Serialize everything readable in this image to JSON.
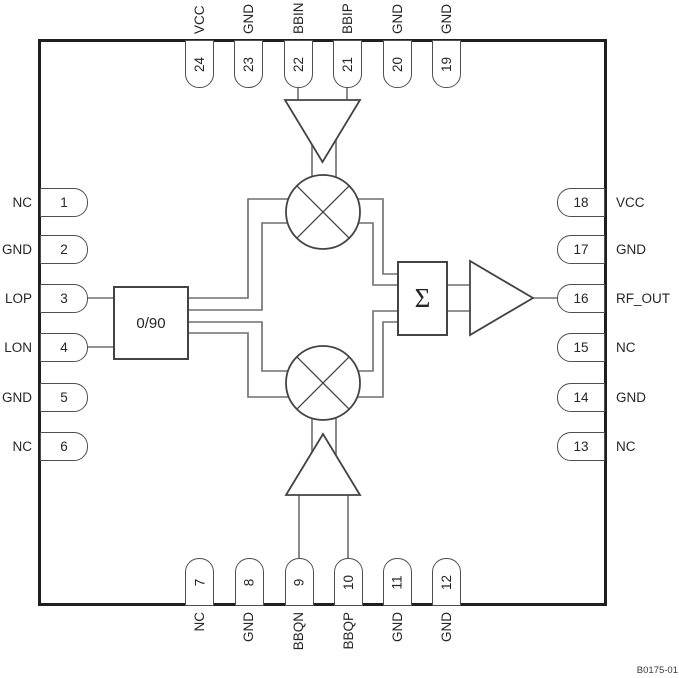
{
  "figure": {
    "code": "B0175-01"
  },
  "blocks": {
    "phase_splitter_label": "0/90",
    "summer_label": "Σ"
  },
  "pins": {
    "top": [
      {
        "number": "24",
        "label": "VCC"
      },
      {
        "number": "23",
        "label": "GND"
      },
      {
        "number": "22",
        "label": "BBIN"
      },
      {
        "number": "21",
        "label": "BBIP"
      },
      {
        "number": "20",
        "label": "GND"
      },
      {
        "number": "19",
        "label": "GND"
      }
    ],
    "left": [
      {
        "number": "1",
        "label": "NC"
      },
      {
        "number": "2",
        "label": "GND"
      },
      {
        "number": "3",
        "label": "LOP"
      },
      {
        "number": "4",
        "label": "LON"
      },
      {
        "number": "5",
        "label": "GND"
      },
      {
        "number": "6",
        "label": "NC"
      }
    ],
    "right": [
      {
        "number": "18",
        "label": "VCC"
      },
      {
        "number": "17",
        "label": "GND"
      },
      {
        "number": "16",
        "label": "RF_OUT"
      },
      {
        "number": "15",
        "label": "NC"
      },
      {
        "number": "14",
        "label": "GND"
      },
      {
        "number": "13",
        "label": "NC"
      }
    ],
    "bottom": [
      {
        "number": "7",
        "label": "NC"
      },
      {
        "number": "8",
        "label": "GND"
      },
      {
        "number": "9",
        "label": "BBQN"
      },
      {
        "number": "10",
        "label": "BBQP"
      },
      {
        "number": "11",
        "label": "GND"
      },
      {
        "number": "12",
        "label": "GND"
      }
    ]
  },
  "icons": {
    "mixer_i": "mixer-multiplier",
    "mixer_q": "mixer-multiplier",
    "amp_i": "amplifier-triangle-down",
    "amp_q": "amplifier-triangle-up",
    "amp_rf": "amplifier-triangle-right"
  },
  "colors": {
    "background": "#ffffff",
    "outline": "#1f1f1f",
    "shape_stroke": "#434343",
    "wire": "#6e6e6e",
    "text": "#262626"
  }
}
